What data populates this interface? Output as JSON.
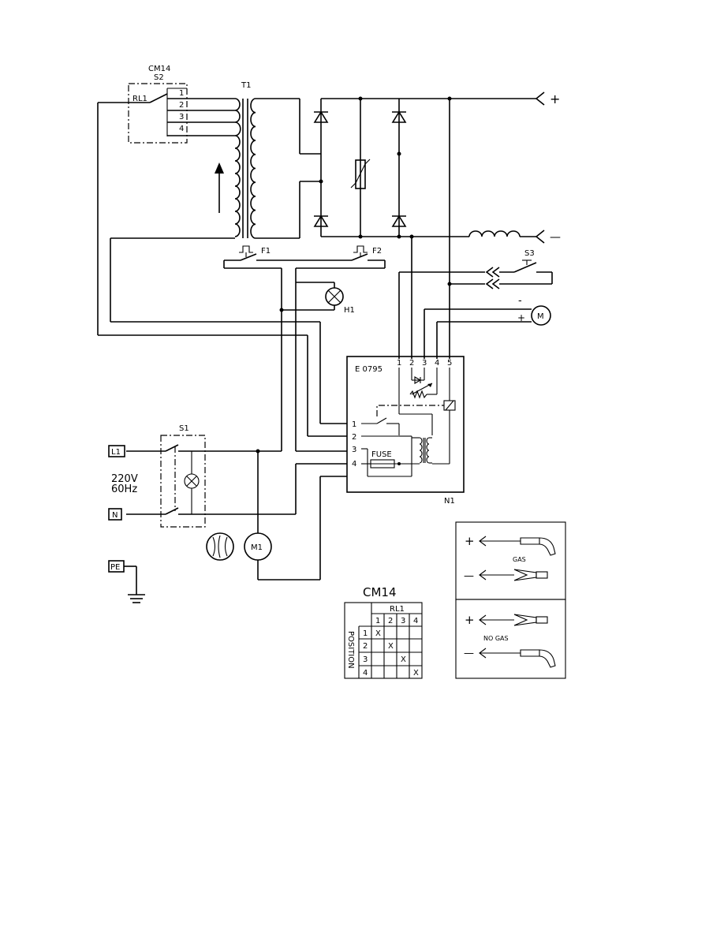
{
  "labels": {
    "cm14_top": "CM14",
    "s2": "S2",
    "rl1": "RL1",
    "tap_1": "1",
    "tap_2": "2",
    "tap_3": "3",
    "tap_4": "4",
    "t1": "T1",
    "plus": "+",
    "minus": "—",
    "f1": "F1",
    "f2": "F2",
    "s3": "S3",
    "h1": "H1",
    "motor": "M",
    "motor_minus": "-",
    "motor_plus": "+",
    "board": "E 0795",
    "pin_1": "1",
    "pin_2": "2",
    "pin_3": "3",
    "pin_4": "4",
    "pin_5": "5",
    "in_1": "1",
    "in_2": "2",
    "in_3": "3",
    "in_4": "4",
    "fuse": "FUSE",
    "n1": "N1",
    "s1": "S1",
    "l1": "L1",
    "n": "N",
    "pe": "PE",
    "voltage": "220V",
    "frequency": "60Hz",
    "m1": "M1"
  },
  "cm14_table": {
    "title": "CM14",
    "rl1_header": "RL1",
    "position_label": "POSITION",
    "columns": [
      "1",
      "2",
      "3",
      "4"
    ],
    "rows": [
      {
        "position": "1",
        "cells": [
          "X",
          "",
          "",
          ""
        ]
      },
      {
        "position": "2",
        "cells": [
          "",
          "X",
          "",
          ""
        ]
      },
      {
        "position": "3",
        "cells": [
          "",
          "",
          "X",
          ""
        ]
      },
      {
        "position": "4",
        "cells": [
          "",
          "",
          "",
          "X"
        ]
      }
    ]
  },
  "legend": {
    "gas": {
      "plus": "+",
      "minus": "—",
      "label": "GAS"
    },
    "no_gas": {
      "plus": "+",
      "minus": "—",
      "label": "NO GAS"
    }
  }
}
